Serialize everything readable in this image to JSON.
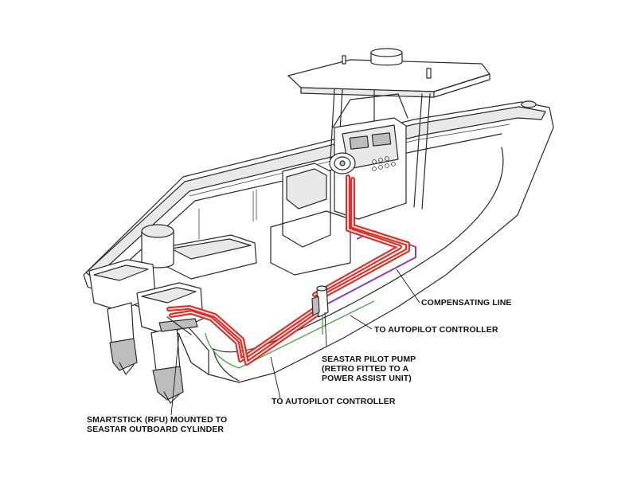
{
  "colors": {
    "hydraulic_line": "#e0302a",
    "compensating_line": "#8a3fb8",
    "autopilot_line": "#4aa847",
    "outline": "#2a2a2a"
  },
  "labels": {
    "compensating_line": "COMPENSATING LINE",
    "autopilot_controller_upper": "TO AUTOPILOT CONTROLLER",
    "pilot_pump": {
      "line1": "SEASTAR PILOT PUMP",
      "line2": "(RETRO FITTED TO A",
      "line3": "POWER ASSIST UNIT)"
    },
    "autopilot_controller_lower": "TO AUTOPILOT CONTROLLER",
    "smartstick": {
      "line1": "SMARTSTICK (RFU) MOUNTED TO",
      "line2": "SEASTAR OUTBOARD CYLINDER"
    }
  },
  "icons": [
    "helm-wheel-icon",
    "pilot-pump-icon",
    "outboard-motor-icon"
  ]
}
